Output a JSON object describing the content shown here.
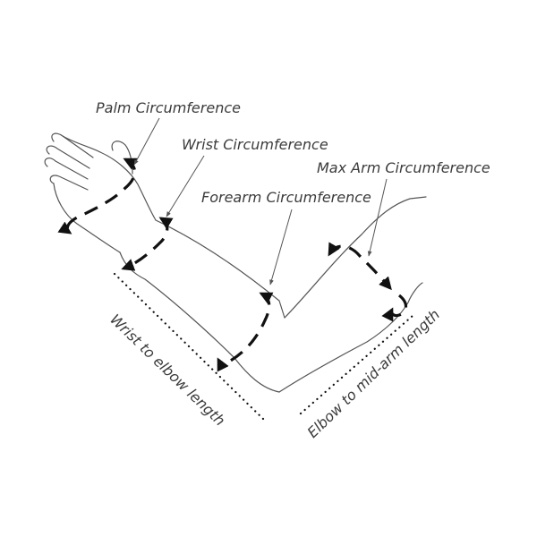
{
  "labels": {
    "palm": "Palm Circumference",
    "wrist": "Wrist Circumference",
    "max_arm": "Max Arm Circumference",
    "forearm": "Forearm Circumference",
    "wrist_to_elbow": "Wrist to elbow length",
    "elbow_to_mid_arm": "Elbow to mid-arm length"
  },
  "colors": {
    "outline": "#555555",
    "measure": "#111111",
    "text": "#3b3b3b"
  }
}
